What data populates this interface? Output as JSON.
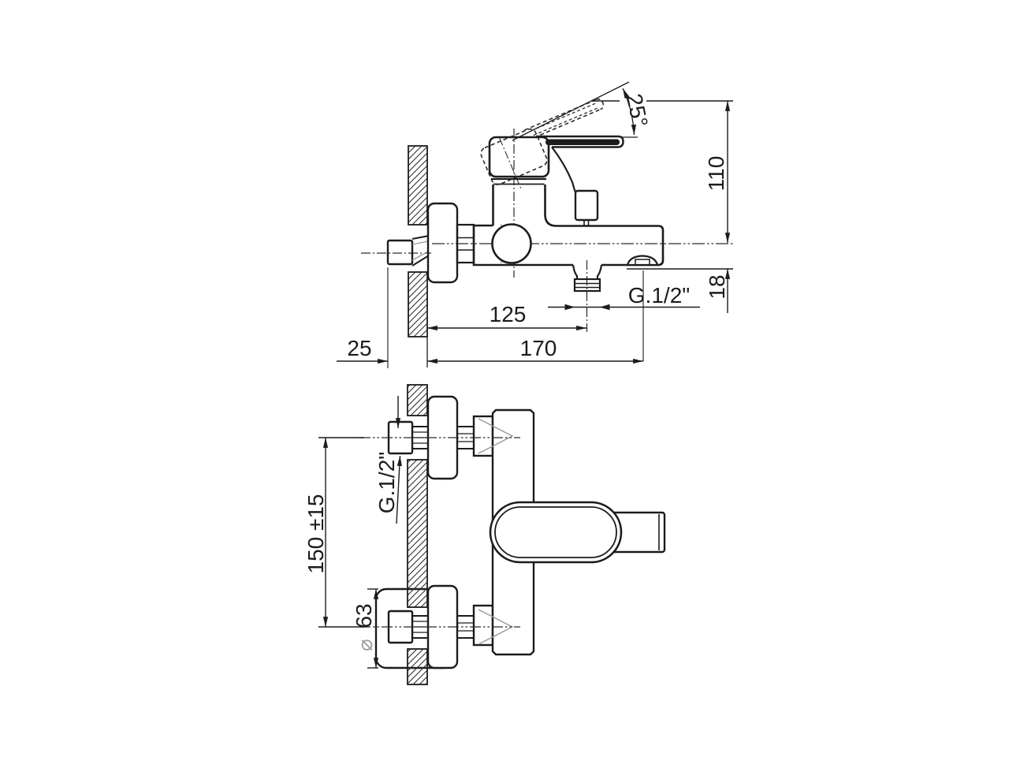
{
  "side_view": {
    "angle_label": "25°",
    "height_label": "110",
    "spout_depth_label": "18",
    "shower_outlet_offset_label": "125",
    "spout_projection_label": "170",
    "wall_clearance_label": "25",
    "thread_label": "G.1/2\""
  },
  "front_view": {
    "inlet_centres_label": "150 ±15",
    "thread_label": "G.1/2\"",
    "escutcheon_dia_symbol": "⌀",
    "escutcheon_dia_value": "63"
  },
  "colors": {
    "line": "#1c1c1c",
    "thin_line": "#2b2b2b",
    "gray_detail": "#9b9b9b",
    "background": "#ffffff"
  }
}
